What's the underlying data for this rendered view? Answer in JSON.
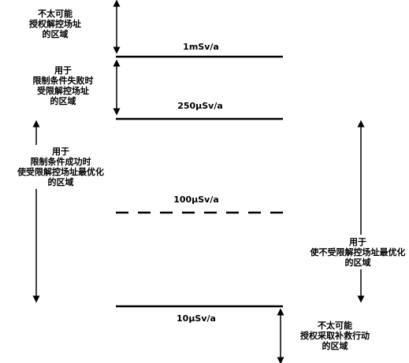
{
  "levels": {
    "l1": "1mSv/a",
    "l2": "250μSv/a",
    "l3": "100μSv/a",
    "l4": "10μSv/a"
  },
  "regions": {
    "top_left": [
      "不太可能",
      "授权解控场址",
      "的区域"
    ],
    "mid_left": [
      "用于",
      "限制条件失败时",
      "受限解控场址",
      "的区域"
    ],
    "opt_left": [
      "用于",
      "限制条件成功时",
      "使受限解控场址最优化",
      "的区域"
    ],
    "opt_right": [
      "用于",
      "使不受限解控场址最优化",
      "的区域"
    ],
    "bottom_right": [
      "不太可能",
      "授权采取补救行动",
      "的区域"
    ]
  },
  "colors": {
    "ink": "#000000",
    "background": "#ffffff"
  }
}
